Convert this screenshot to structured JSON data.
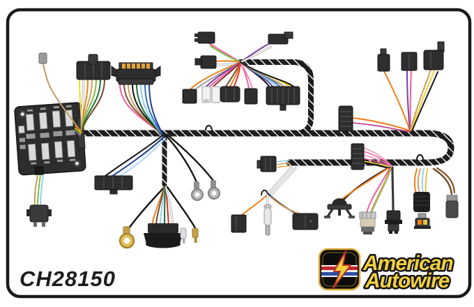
{
  "page": {
    "background": "#ffffff",
    "frame_color": "#1a1a1a"
  },
  "part_number": "CH28150",
  "part_number_color": "#1d1d1d",
  "logo": {
    "name": "American Autowire",
    "line1": "American",
    "line2": "Autowire",
    "text_color": "#f2cf3e",
    "text_outline": "#141414",
    "badge_bg": "#0d0d0d",
    "badge_border": "#d8a93a",
    "bolt_color": "#f2cf3e",
    "bolt_outline": "#b3342a",
    "stripe_red": "#c3242a",
    "stripe_white": "#f2f2f2",
    "stripe_blue": "#2b4fa2"
  },
  "harness": {
    "loom_color": "#1d1d1d",
    "loom_hatch_color": "#ffffff",
    "wire_palette": [
      "#f2de1a",
      "#ffffff",
      "#ef7f1a",
      "#cfa05f",
      "#7cc043",
      "#1d6d33",
      "#6e4a28",
      "#ee5f9e",
      "#d93025",
      "#8fd0f0",
      "#2f6fc1",
      "#1d3d8f",
      "#6a3fa0",
      "#7b3fa0",
      "#141414",
      "#c49a63",
      "#9aa0a6",
      "#e8d533",
      "#8a5e35"
    ]
  }
}
